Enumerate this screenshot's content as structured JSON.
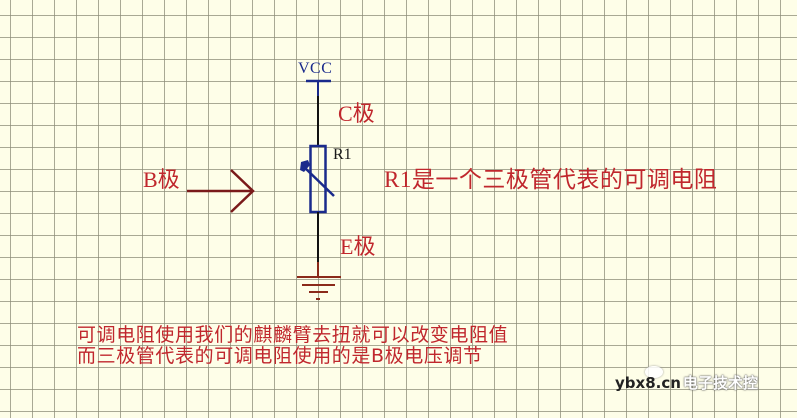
{
  "diagram": {
    "type": "circuit-schematic",
    "power_label": "VCC",
    "component_label": "R1",
    "collector_label": "C极",
    "emitter_label": "E极",
    "base_label": "B极",
    "description": "R1是一个三极管代表的可调电阻",
    "notes": [
      "可调电阻使用我们的麒麟臂去扭就可以改变电阻值",
      "而三极管代表的可调电阻使用的是B极电压调节"
    ],
    "colors": {
      "background": "#fefee8",
      "grid": "#8c8c78",
      "component": "#1a2a8c",
      "wire": "#111111",
      "label": "#c0272d",
      "arrow": "#7a1a1a",
      "ground": "#8b2a1a"
    }
  },
  "watermark": {
    "site": "ybx8.cn",
    "name": "电子技术控"
  }
}
